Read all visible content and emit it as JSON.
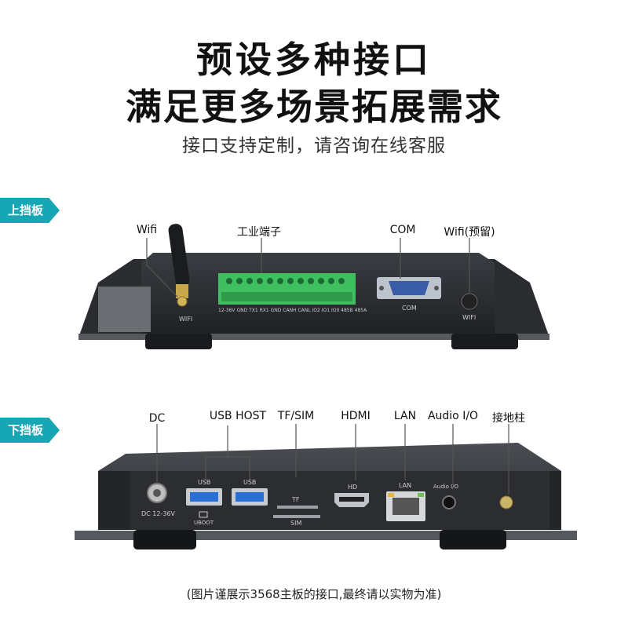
{
  "header": {
    "title_line1": "预设多种接口",
    "title_line2": "满足更多场景拓展需求",
    "subtitle": "接口支持定制，请咨询在线客服"
  },
  "upper": {
    "tag": "上挡板",
    "labels": {
      "wifi": "Wifi",
      "terminal": "工业端子",
      "com": "COM",
      "wifi_reserved": "Wifi(预留)"
    },
    "panel_text": {
      "wifi_left": "WIFI",
      "terminal_pins": "12-36V GND TX1 RX1 GND CANH CANL IO2 IO1 IO0 485B 485A",
      "com": "COM",
      "wifi_right": "WIFI"
    }
  },
  "lower": {
    "tag": "下挡板",
    "labels": {
      "dc": "DC",
      "usb_host": "USB HOST",
      "tf_sim": "TF/SIM",
      "hdmi": "HDMI",
      "lan": "LAN",
      "audio": "Audio I/O",
      "ground": "接地柱"
    },
    "panel_text": {
      "dc": "DC 12-36V",
      "usb1": "USB",
      "usb2": "USB",
      "uboot": "UBOOT",
      "tf": "TF",
      "sim": "SIM",
      "hd": "HD",
      "lan": "LAN",
      "audio": "Audio I/O"
    }
  },
  "footnote": "(图片谨展示3568主板的接口,最终请以实物为准)",
  "colors": {
    "accent": "#17a7b4",
    "chassis": "#2b2d31",
    "terminal_green": "#3fbf5f",
    "usb_blue": "#2a6fd6"
  }
}
